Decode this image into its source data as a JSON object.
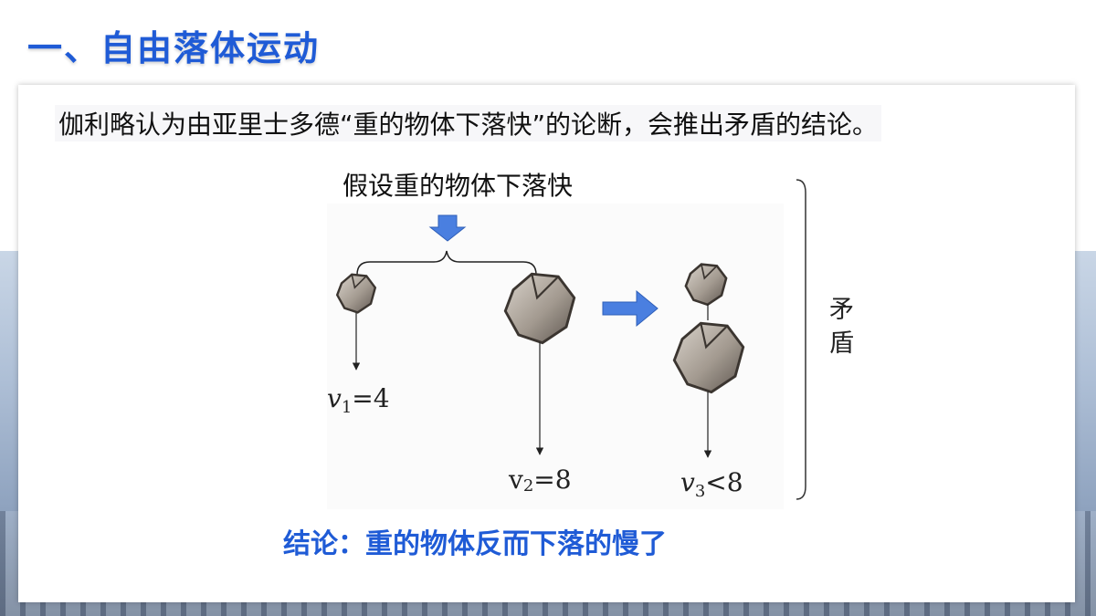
{
  "slide": {
    "title": "一、自由落体运动",
    "intro": "伽利略认为由亚里士多德“重的物体下落快”的论断，会推出矛盾的结论。",
    "assumption": "假设重的物体下落快",
    "v1": {
      "sym": "v",
      "sub": "1",
      "rest": "=4"
    },
    "v2": {
      "sym": "v",
      "sub": "2",
      "rest": "=8"
    },
    "v3": {
      "sym": "v",
      "sub": "3",
      "rest": "<8"
    },
    "contradiction": [
      "矛",
      "盾"
    ],
    "conclusion": "结论：重的物体反而下落的慢了"
  },
  "colors": {
    "accent": "#1f5bd6",
    "arrow": "#4a7fe0"
  },
  "icons": [
    "down-arrow-icon",
    "right-arrow-icon",
    "rock-icon"
  ]
}
